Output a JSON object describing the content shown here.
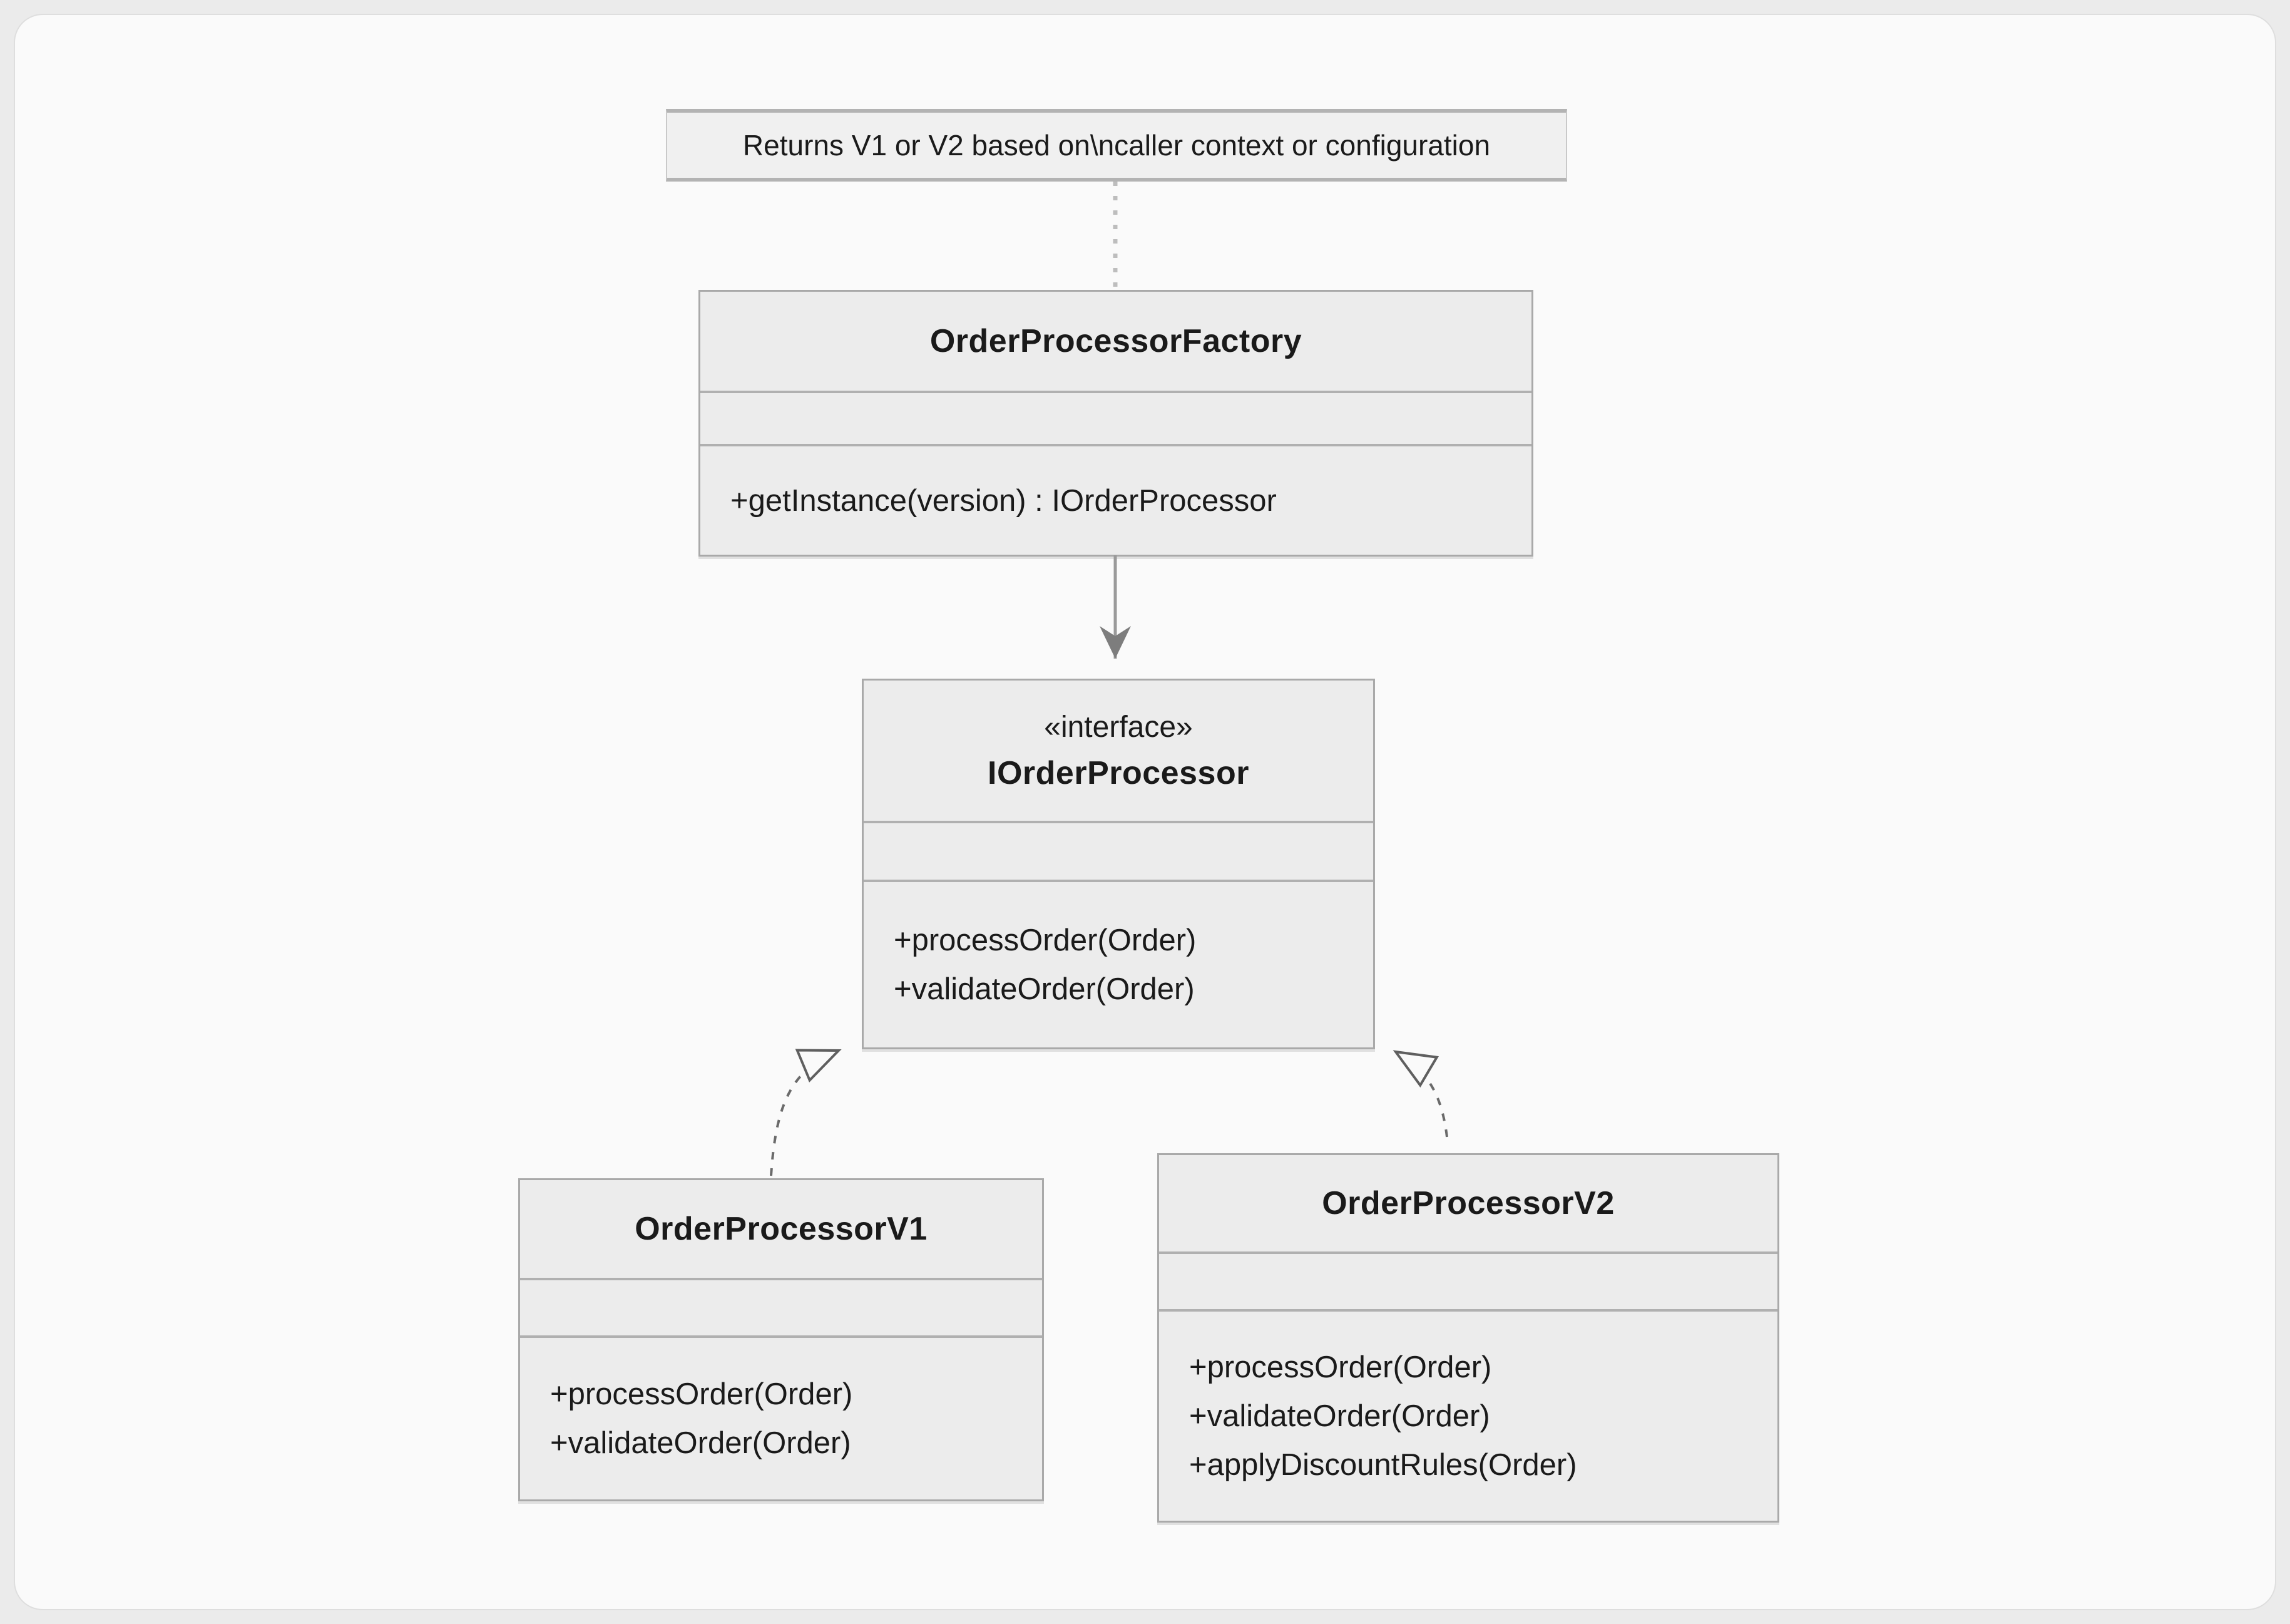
{
  "diagram": {
    "type": "uml-class-diagram",
    "note": {
      "text": "Returns V1 or V2 based on\\ncaller context or configuration"
    },
    "classes": {
      "factory": {
        "title": "OrderProcessorFactory",
        "attributes": [],
        "methods": [
          "+getInstance(version) : IOrderProcessor"
        ]
      },
      "iorderprocessor": {
        "stereotype": "«interface»",
        "title": "IOrderProcessor",
        "attributes": [],
        "methods": [
          "+processOrder(Order)",
          "+validateOrder(Order)"
        ]
      },
      "v1": {
        "title": "OrderProcessorV1",
        "attributes": [],
        "methods": [
          "+processOrder(Order)",
          "+validateOrder(Order)"
        ]
      },
      "v2": {
        "title": "OrderProcessorV2",
        "attributes": [],
        "methods": [
          "+processOrder(Order)",
          "+validateOrder(Order)",
          "+applyDiscountRules(Order)"
        ]
      }
    },
    "relations": [
      {
        "from": "note",
        "to": "OrderProcessorFactory",
        "style": "dotted-line"
      },
      {
        "from": "OrderProcessorFactory",
        "to": "IOrderProcessor",
        "style": "solid-arrow"
      },
      {
        "from": "OrderProcessorV1",
        "to": "IOrderProcessor",
        "style": "dashed-realization"
      },
      {
        "from": "OrderProcessorV2",
        "to": "IOrderProcessor",
        "style": "dashed-realization"
      }
    ],
    "colors": {
      "canvas_bg": "#fafafa",
      "outer_bg": "#ebebeb",
      "node_fill": "#ececec",
      "node_border": "#a9a9a9",
      "divider": "#b0b0b0",
      "note_fill": "#f0f0f0",
      "note_border": "#b3b3b3",
      "edge": "#9a9a9a",
      "text": "#1a1a1a"
    }
  }
}
